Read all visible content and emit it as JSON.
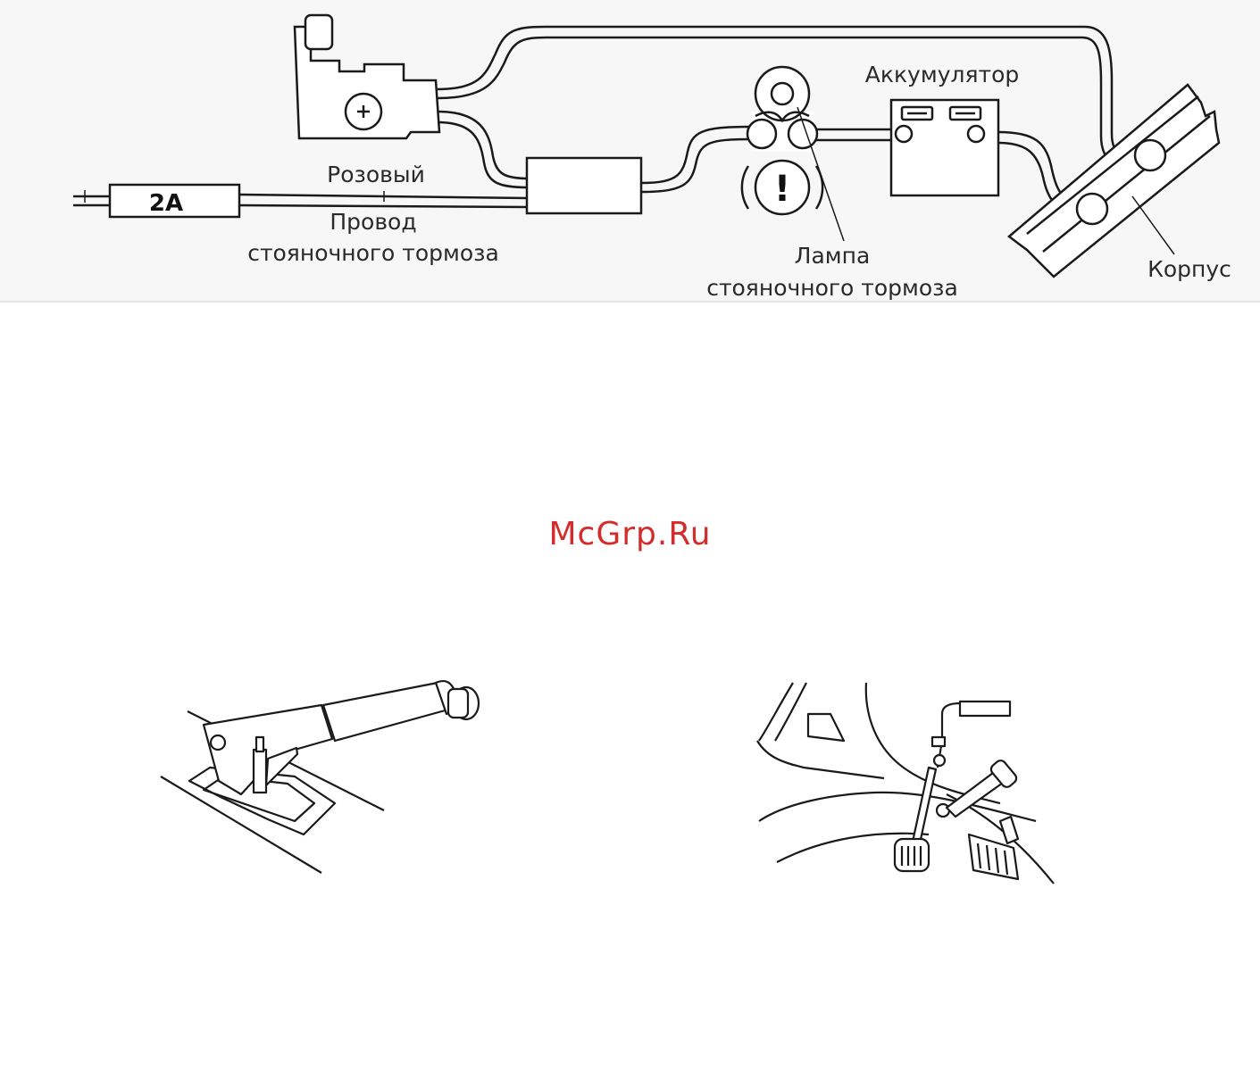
{
  "diagram": {
    "labels": {
      "fuse": "2A",
      "pink": "Розовый",
      "wire_line1": "Провод",
      "wire_line2": "стояночного тормоза",
      "battery": "Аккумулятор",
      "lamp_line1": "Лампа",
      "lamp_line2": "стояночного тормоза",
      "body": "Корпус",
      "lamp_symbol": "!"
    }
  },
  "watermark": {
    "text": "McGrp.Ru"
  },
  "colors": {
    "line": "#1a1a1a",
    "panel": "#f7f7f7",
    "watermark": "#d42b2b"
  }
}
